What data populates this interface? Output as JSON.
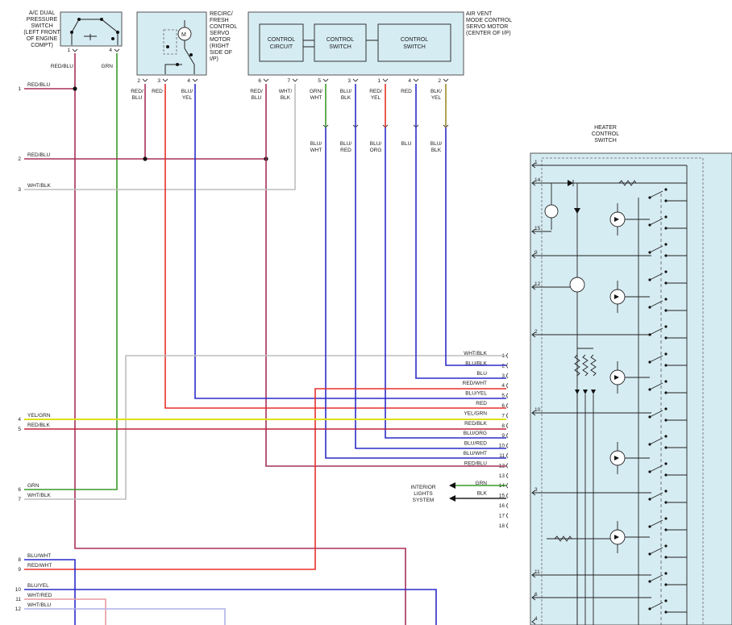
{
  "components": {
    "ac_switch": [
      "A/C DUAL",
      "PRESSURE",
      "SWITCH",
      "(LEFT FRONT",
      "OF ENGINE",
      "COMPT)"
    ],
    "recirc_motor": [
      "RECIRC/",
      "FRESH",
      "CONTROL",
      "SERVO",
      "MOTOR",
      "(RIGHT",
      "SIDE OF",
      "I/P)"
    ],
    "air_vent_motor": [
      "AIR VENT",
      "MODE CONTROL",
      "SERVO MOTOR",
      "(CENTER OF I/P)"
    ],
    "heater_switch": [
      "HEATER",
      "CONTROL",
      "SWITCH"
    ],
    "control_circuit": [
      "CONTROL",
      "CIRCUIT"
    ],
    "control_switch": [
      "CONTROL",
      "SWITCH"
    ],
    "motor_symbol": "M",
    "interior_lights": [
      "INTERIOR",
      "LIGHTS",
      "SYSTEM"
    ]
  },
  "ac_pins": [
    {
      "pin": "1",
      "wire": "RED/BLU"
    },
    {
      "pin": "4",
      "wire": "GRN"
    }
  ],
  "recirc_pins": [
    {
      "pin": "2",
      "wire": [
        "RED/",
        "BLU"
      ]
    },
    {
      "pin": "3",
      "wire": [
        "RED"
      ]
    },
    {
      "pin": "4",
      "wire": [
        "BLU/",
        "YEL"
      ]
    }
  ],
  "vent_pins": [
    {
      "pin": "6",
      "wire": [
        "RED/",
        "BLU"
      ]
    },
    {
      "pin": "7",
      "wire": [
        "WHT/",
        "BLK"
      ]
    },
    {
      "pin": "5",
      "wire": [
        "GRN/",
        "WHT"
      ]
    },
    {
      "pin": "3",
      "wire": [
        "BLU/",
        "BLK"
      ]
    },
    {
      "pin": "1",
      "wire": [
        "RED/",
        "YEL"
      ]
    },
    {
      "pin": "4",
      "wire": [
        "RED"
      ]
    },
    {
      "pin": "2",
      "wire": [
        "BLK/",
        "YEL"
      ]
    }
  ],
  "vent_lower_labels": [
    [
      "BLU/",
      "WHT"
    ],
    [
      "BLU/",
      "RED"
    ],
    [
      "BLU/",
      "ORG"
    ],
    [
      "BLU"
    ],
    [
      "BLU/",
      "BLK"
    ]
  ],
  "left_connector": [
    {
      "pin": "1",
      "wire": "RED/BLU"
    },
    {
      "pin": "2",
      "wire": "RED/BLU"
    },
    {
      "pin": "3",
      "wire": "WHT/BLK"
    },
    {
      "pin": "4",
      "wire": "YEL/GRN"
    },
    {
      "pin": "5",
      "wire": "RED/BLK"
    },
    {
      "pin": "6",
      "wire": "GRN"
    },
    {
      "pin": "7",
      "wire": "WHT/BLK"
    },
    {
      "pin": "8",
      "wire": "BLU/WHT"
    },
    {
      "pin": "9",
      "wire": "RED/WHT"
    },
    {
      "pin": "10",
      "wire": "BLU/YEL"
    },
    {
      "pin": "11",
      "wire": "WHT/RED"
    },
    {
      "pin": "12",
      "wire": "WHT/BLU"
    }
  ],
  "right_connector": [
    {
      "pin": "1",
      "wire": "WHT/BLK"
    },
    {
      "pin": "2",
      "wire": "BLU/BLK"
    },
    {
      "pin": "3",
      "wire": "BLU"
    },
    {
      "pin": "4",
      "wire": "RED/WHT"
    },
    {
      "pin": "5",
      "wire": "BLU/YEL"
    },
    {
      "pin": "6",
      "wire": "RED"
    },
    {
      "pin": "7",
      "wire": "YEL/GRN"
    },
    {
      "pin": "8",
      "wire": "RED/BLK"
    },
    {
      "pin": "9",
      "wire": "BLU/ORG"
    },
    {
      "pin": "10",
      "wire": "BLU/RED"
    },
    {
      "pin": "11",
      "wire": "BLU/WHT"
    },
    {
      "pin": "12",
      "wire": "RED/BLU"
    },
    {
      "pin": "13",
      "wire": ""
    },
    {
      "pin": "14",
      "wire": "GRN"
    },
    {
      "pin": "15",
      "wire": "BLK"
    },
    {
      "pin": "16",
      "wire": ""
    },
    {
      "pin": "17",
      "wire": ""
    },
    {
      "pin": "18",
      "wire": ""
    }
  ],
  "heater_pins": [
    "1",
    "14",
    "15",
    "9",
    "12",
    "2",
    "10",
    "3",
    "11",
    "6",
    "4"
  ],
  "colors": {
    "RED": "#e8302a",
    "BLU": "#2c2cc8",
    "GRN": "#3a9a2a",
    "YEL": "#e0e01a",
    "WHT": "#bdbdbd",
    "BLK": "#222222",
    "RED_BLU": "#a8305a",
    "box_fill": "#d6ecf3"
  }
}
